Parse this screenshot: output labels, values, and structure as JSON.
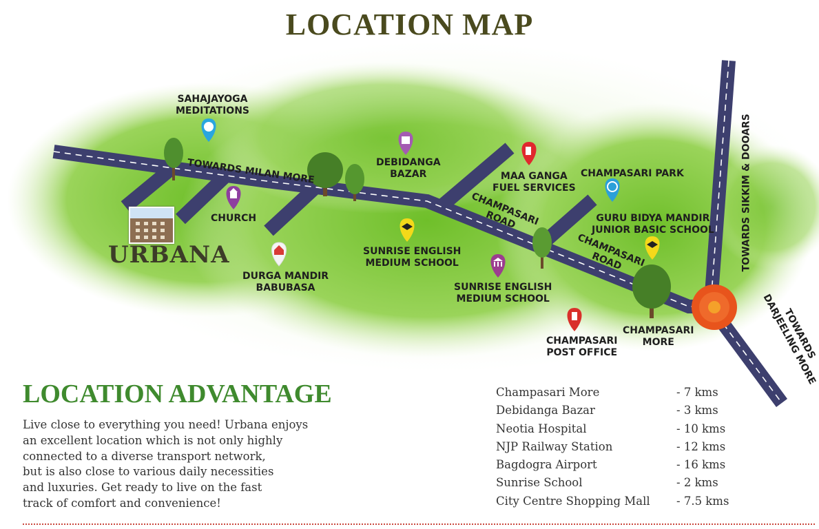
{
  "title": "LOCATION MAP",
  "project": {
    "name": "URBANA"
  },
  "map": {
    "landmarks": [
      {
        "id": "sahajayoga",
        "lines": [
          "SAHAJAYOGA",
          "MEDITATIONS"
        ],
        "icon": "meditation-icon",
        "color": "#29a6df"
      },
      {
        "id": "church",
        "lines": [
          "CHURCH"
        ],
        "icon": "church-icon",
        "color": "#8e3fa0"
      },
      {
        "id": "durga-mandir",
        "lines": [
          "DURGA MANDIR",
          "BABUBASA"
        ],
        "icon": "temple-icon",
        "color": "#d83a35"
      },
      {
        "id": "debidanga",
        "lines": [
          "DEBIDANGA",
          "BAZAR"
        ],
        "icon": "market-icon",
        "color": "#a45bb2"
      },
      {
        "id": "sunrise-1",
        "lines": [
          "SUNRISE ENGLISH",
          "MEDIUM SCHOOL"
        ],
        "icon": "graduation-cap-icon",
        "color": "#f4d91a"
      },
      {
        "id": "maa-ganga",
        "lines": [
          "MAA GANGA",
          "FUEL SERVICES"
        ],
        "icon": "fuel-pump-icon",
        "color": "#e0282e"
      },
      {
        "id": "sunrise-2",
        "lines": [
          "SUNRISE ENGLISH",
          "MEDIUM SCHOOL"
        ],
        "icon": "institution-icon",
        "color": "#9c3d8f"
      },
      {
        "id": "champasari-park",
        "lines": [
          "CHAMPASARI PARK"
        ],
        "icon": "park-wheel-icon",
        "color": "#2ba0d9"
      },
      {
        "id": "guru-bidya",
        "lines": [
          "GURU BIDYA MANDIR",
          "JUNIOR BASIC SCHOOL"
        ],
        "icon": "graduation-cap-icon",
        "color": "#f4d91a"
      },
      {
        "id": "post-office",
        "lines": [
          "CHAMPASARI",
          "POST OFFICE"
        ],
        "icon": "post-box-icon",
        "color": "#d9302a"
      },
      {
        "id": "champasari-more",
        "lines": [
          "CHAMPASARI",
          "MORE"
        ],
        "icon": "tree-icon",
        "color": "#3f7f2c"
      }
    ],
    "roads": {
      "milan": "TOWARDS MILAN MORE",
      "champasari_1": [
        "CHAMPASARI",
        "ROAD"
      ],
      "champasari_2": [
        "CHAMPASARI",
        "ROAD"
      ],
      "sikkim": "TOWARDS SIKKIM & DOOARS",
      "darjeeling": [
        "TOWARDS",
        "DARJEELING MORE"
      ]
    },
    "colors": {
      "road": "#3d3f6e",
      "land": "#7cc63a",
      "junction": "#e8541c"
    }
  },
  "advantage": {
    "title": "LOCATION ADVANTAGE",
    "lines": [
      "Live close to everything you need! Urbana enjoys",
      "an excellent location which is not only highly",
      "connected to a diverse transport network,",
      "but is also close to various daily necessities",
      "and luxuries. Get ready to live on the fast",
      "track of comfort and convenience!"
    ]
  },
  "distances": [
    {
      "place": "Champasari More",
      "distance": "- 7 kms"
    },
    {
      "place": "Debidanga Bazar",
      "distance": "- 3 kms"
    },
    {
      "place": "Neotia Hospital",
      "distance": "- 10 kms"
    },
    {
      "place": "NJP Railway Station",
      "distance": "- 12 kms"
    },
    {
      "place": "Bagdogra Airport",
      "distance": "- 16 kms"
    },
    {
      "place": "Sunrise School",
      "distance": "- 2 kms"
    },
    {
      "place": "City Centre Shopping Mall",
      "distance": "- 7.5 kms"
    }
  ]
}
